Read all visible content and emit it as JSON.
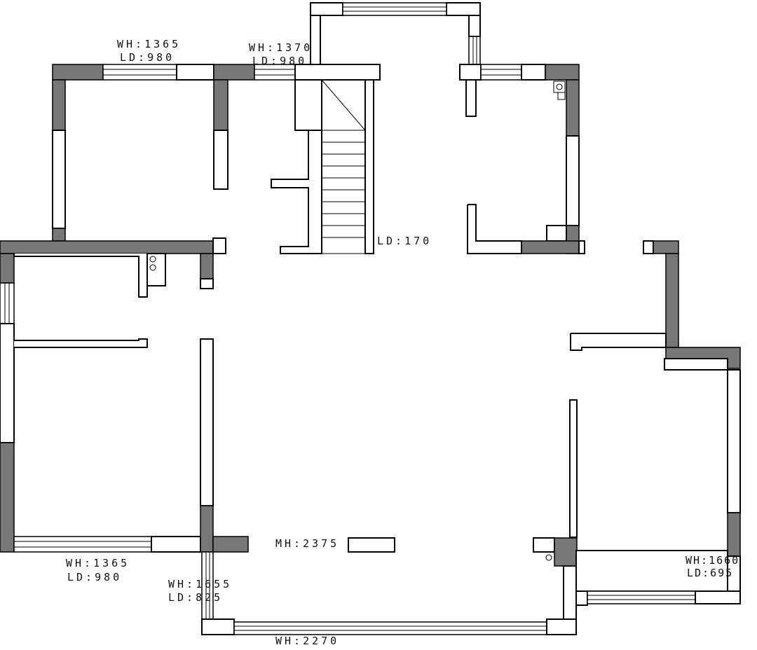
{
  "plan": {
    "labels": {
      "win_top_left_wh": "WH:1365",
      "win_top_left_ld": "LD:980",
      "win_top_mid_wh": "WH:1370",
      "win_top_mid_ld": "LD:980",
      "stair_ld": "LD:170",
      "door_main_mh": "MH:2375",
      "win_bot_left_wh": "WH:1365",
      "win_bot_left_ld": "LD:980",
      "win_bot_mid_wh": "WH:1655",
      "win_bot_mid_ld": "LD:825",
      "win_bottom_wh": "WH:2270",
      "win_right_wh": "WH:1660",
      "win_right_ld": "LD:695"
    },
    "colors": {
      "column_fill": "#777777",
      "wall_stroke": "#000000",
      "background": "#ffffff"
    }
  }
}
